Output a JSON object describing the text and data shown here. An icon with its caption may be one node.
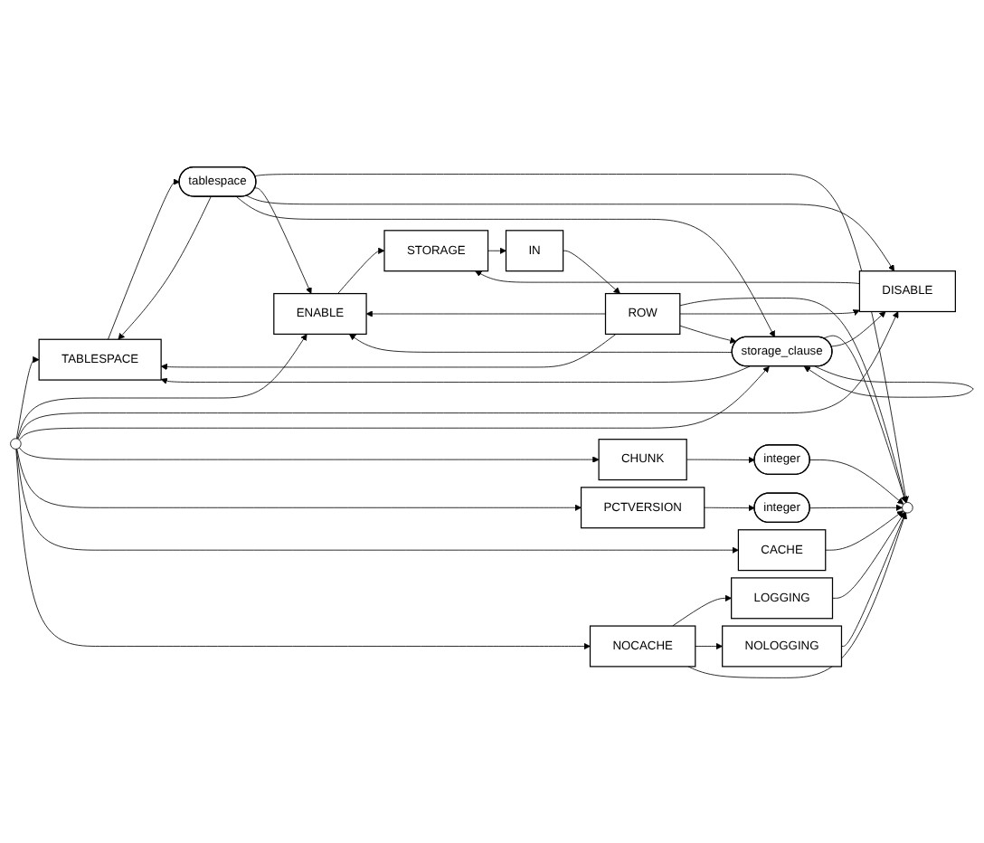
{
  "diagram": {
    "nodes": [
      {
        "text": [
          "TABLESPACE"
        ]
      },
      {
        "text": [
          "tablespace"
        ]
      },
      {
        "text": [
          "ENABLE"
        ]
      },
      {
        "text": [
          "DISABLE"
        ]
      },
      {
        "text": [
          "STORAGE"
        ]
      },
      {
        "text": [
          "IN"
        ]
      },
      {
        "text": [
          "ROW"
        ]
      },
      {
        "text": [
          "storage_clause"
        ]
      },
      {
        "text": [
          "CHUNK"
        ]
      },
      {
        "text": [
          "integer"
        ]
      },
      {
        "text": [
          "PCTVERSION"
        ]
      },
      {
        "text": [
          "integer"
        ]
      },
      {
        "text": [
          "CACHE"
        ]
      },
      {
        "text": [
          "LOGGING"
        ]
      },
      {
        "text": [
          "NOLOGGING"
        ]
      },
      {
        "text": [
          "NOCACHE"
        ]
      }
    ],
    "edges": [
      {
        "from": null,
        "to": 0,
        "arrow": "to"
      },
      {
        "from": null,
        "to": 2,
        "arrow": "to"
      },
      {
        "from": null,
        "to": 3,
        "arrow": "to"
      },
      {
        "from": null,
        "to": 7,
        "arrow": "to"
      },
      {
        "from": null,
        "to": 8,
        "arrow": "to"
      },
      {
        "from": null,
        "to": 10,
        "arrow": "to"
      },
      {
        "from": null,
        "to": 12,
        "arrow": "to"
      },
      {
        "from": null,
        "to": 15,
        "arrow": "to"
      },
      {
        "from": 0,
        "to": 1,
        "arrow": "to"
      },
      {
        "from": 2,
        "to": 4,
        "arrow": "to"
      },
      {
        "from": 3,
        "to": 4,
        "arrow": "to"
      },
      {
        "from": 4,
        "to": 5,
        "arrow": "to"
      },
      {
        "from": 5,
        "to": 6,
        "arrow": "to"
      },
      {
        "from": 8,
        "to": 9,
        "arrow": "to"
      },
      {
        "from": 10,
        "to": 11,
        "arrow": "to"
      },
      {
        "from": 15,
        "to": 13,
        "arrow": "to"
      },
      {
        "from": 15,
        "to": 14,
        "arrow": "to"
      },
      {
        "from": 1,
        "to": null,
        "arrow": "to"
      },
      {
        "from": 6,
        "to": null,
        "arrow": "to"
      },
      {
        "from": 7,
        "to": null,
        "arrow": "to"
      },
      {
        "from": 9,
        "to": null,
        "arrow": "to"
      },
      {
        "from": 11,
        "to": null,
        "arrow": "to"
      },
      {
        "from": 12,
        "to": null,
        "arrow": "to"
      },
      {
        "from": 13,
        "to": null,
        "arrow": "to"
      },
      {
        "from": 14,
        "to": null,
        "arrow": "to"
      },
      {
        "from": 15,
        "to": null,
        "arrow": "to"
      },
      {
        "from": 1,
        "to": 0,
        "arrow": "to"
      },
      {
        "from": 1,
        "to": 2,
        "arrow": "to"
      },
      {
        "from": 1,
        "to": 3,
        "arrow": "to"
      },
      {
        "from": 1,
        "to": 7,
        "arrow": "to"
      },
      {
        "from": 6,
        "to": 0,
        "arrow": "to"
      },
      {
        "from": 6,
        "to": 2,
        "arrow": "to"
      },
      {
        "from": 6,
        "to": 3,
        "arrow": "to"
      },
      {
        "from": 6,
        "to": 7,
        "arrow": "to"
      },
      {
        "from": 7,
        "to": 0,
        "arrow": "to"
      },
      {
        "from": 7,
        "to": 2,
        "arrow": "to"
      },
      {
        "from": 7,
        "to": 3,
        "arrow": "to"
      },
      {
        "from": 7,
        "to": 7,
        "arrow": "to"
      }
    ]
  }
}
